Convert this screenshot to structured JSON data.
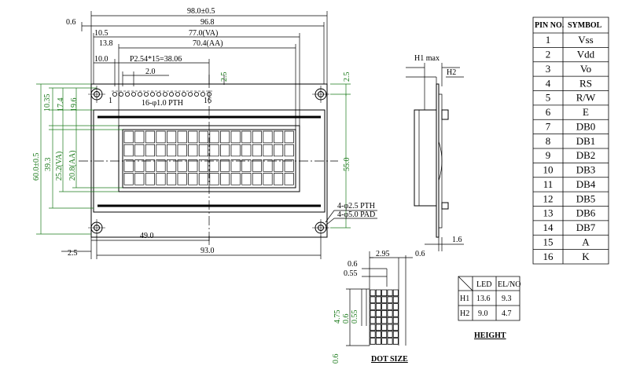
{
  "dimensions": {
    "overall_width": "98.0±0.5",
    "width_96": "96.8",
    "va_width": "77.0(VA)",
    "aa_width": "70.4(AA)",
    "offset_0_6": "0.6",
    "offset_10_5": "10.5",
    "offset_13_8": "13.8",
    "offset_10_0": "10.0",
    "pitch": "P2.54*15=38.06",
    "pin_first_offset": "2.0",
    "pin_top_offset": "2.5",
    "pins_label": "16-φ1.0 PTH",
    "pin_1": "1",
    "pin_16": "16",
    "left_10_35": "10.35",
    "left_17_4": "17.4",
    "left_19_6": "19.6",
    "height_60": "60.0±0.5",
    "va_height": "39.3",
    "va_h_label": "25.2(VA)",
    "aa_h_label": "20.8(AA)",
    "right_2_5": "2.5",
    "right_55": "55.0",
    "holes_pth": "4-φ2.5 PTH",
    "holes_pad": "4-φ5.0 PAD",
    "bottom_49": "49.0",
    "bottom_2_5": "2.5",
    "bottom_93": "93.0",
    "side_h1": "H1 max",
    "side_h2": "H2",
    "side_1_6": "1.6"
  },
  "dot_size": {
    "caption": "DOT SIZE",
    "d_0_6_top": "0.6",
    "d_0_55_top": "0.55",
    "d_2_95": "2.95",
    "d_0_6_right": "0.6",
    "d_4_75": "4.75",
    "d_0_6_left": "0.6",
    "d_0_55_left": "0.55",
    "d_0_6_bottom": "0.6"
  },
  "height_table": {
    "caption": "HEIGHT",
    "headers": [
      "LED",
      "EL/NO"
    ],
    "rows": [
      {
        "label": "H1",
        "led": "13.6",
        "el": "9.3"
      },
      {
        "label": "H2",
        "led": "9.0",
        "el": "4.7"
      }
    ]
  },
  "pin_table": {
    "header_pin": "PIN NO.",
    "header_symbol": "SYMBOL",
    "rows": [
      {
        "pin": "1",
        "symbol": "Vss"
      },
      {
        "pin": "2",
        "symbol": "Vdd"
      },
      {
        "pin": "3",
        "symbol": "Vo"
      },
      {
        "pin": "4",
        "symbol": "RS"
      },
      {
        "pin": "5",
        "symbol": "R/W"
      },
      {
        "pin": "6",
        "symbol": "E"
      },
      {
        "pin": "7",
        "symbol": "DB0"
      },
      {
        "pin": "8",
        "symbol": "DB1"
      },
      {
        "pin": "9",
        "symbol": "DB2"
      },
      {
        "pin": "10",
        "symbol": "DB3"
      },
      {
        "pin": "11",
        "symbol": "DB4"
      },
      {
        "pin": "12",
        "symbol": "DB5"
      },
      {
        "pin": "13",
        "symbol": "DB6"
      },
      {
        "pin": "14",
        "symbol": "DB7"
      },
      {
        "pin": "15",
        "symbol": "A"
      },
      {
        "pin": "16",
        "symbol": "K"
      }
    ]
  },
  "colors": {
    "green_dim": "#1a7a1a",
    "line": "#000000"
  }
}
